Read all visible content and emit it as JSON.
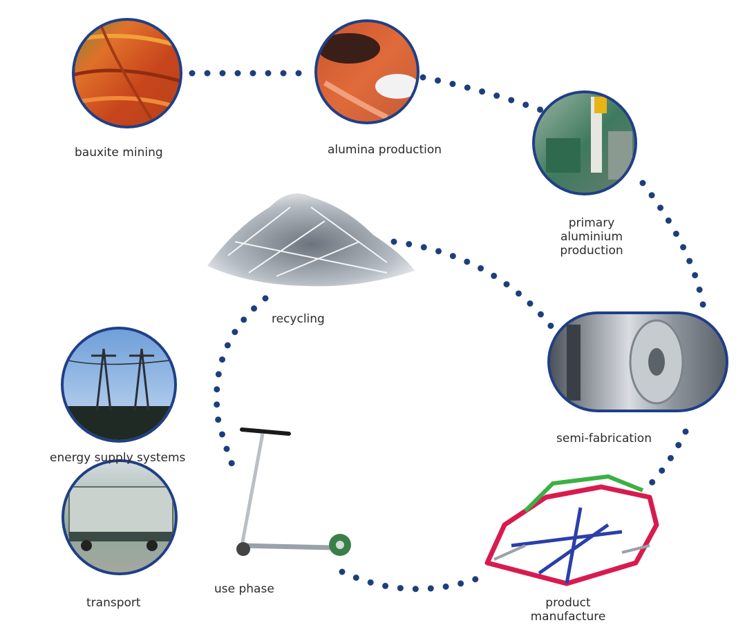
{
  "diagram": {
    "stages": {
      "bauxite_mining": "bauxite mining",
      "alumina_production": "alumina production",
      "primary_aluminium_production": [
        "primary",
        "aluminium",
        "production"
      ],
      "semi_fabrication": "semi-fabrication",
      "product_manufacture": [
        "product",
        "manufacture"
      ],
      "use_phase": "use phase",
      "recycling": "recycling",
      "energy_supply_systems": "energy supply systems",
      "transport": "transport"
    }
  }
}
